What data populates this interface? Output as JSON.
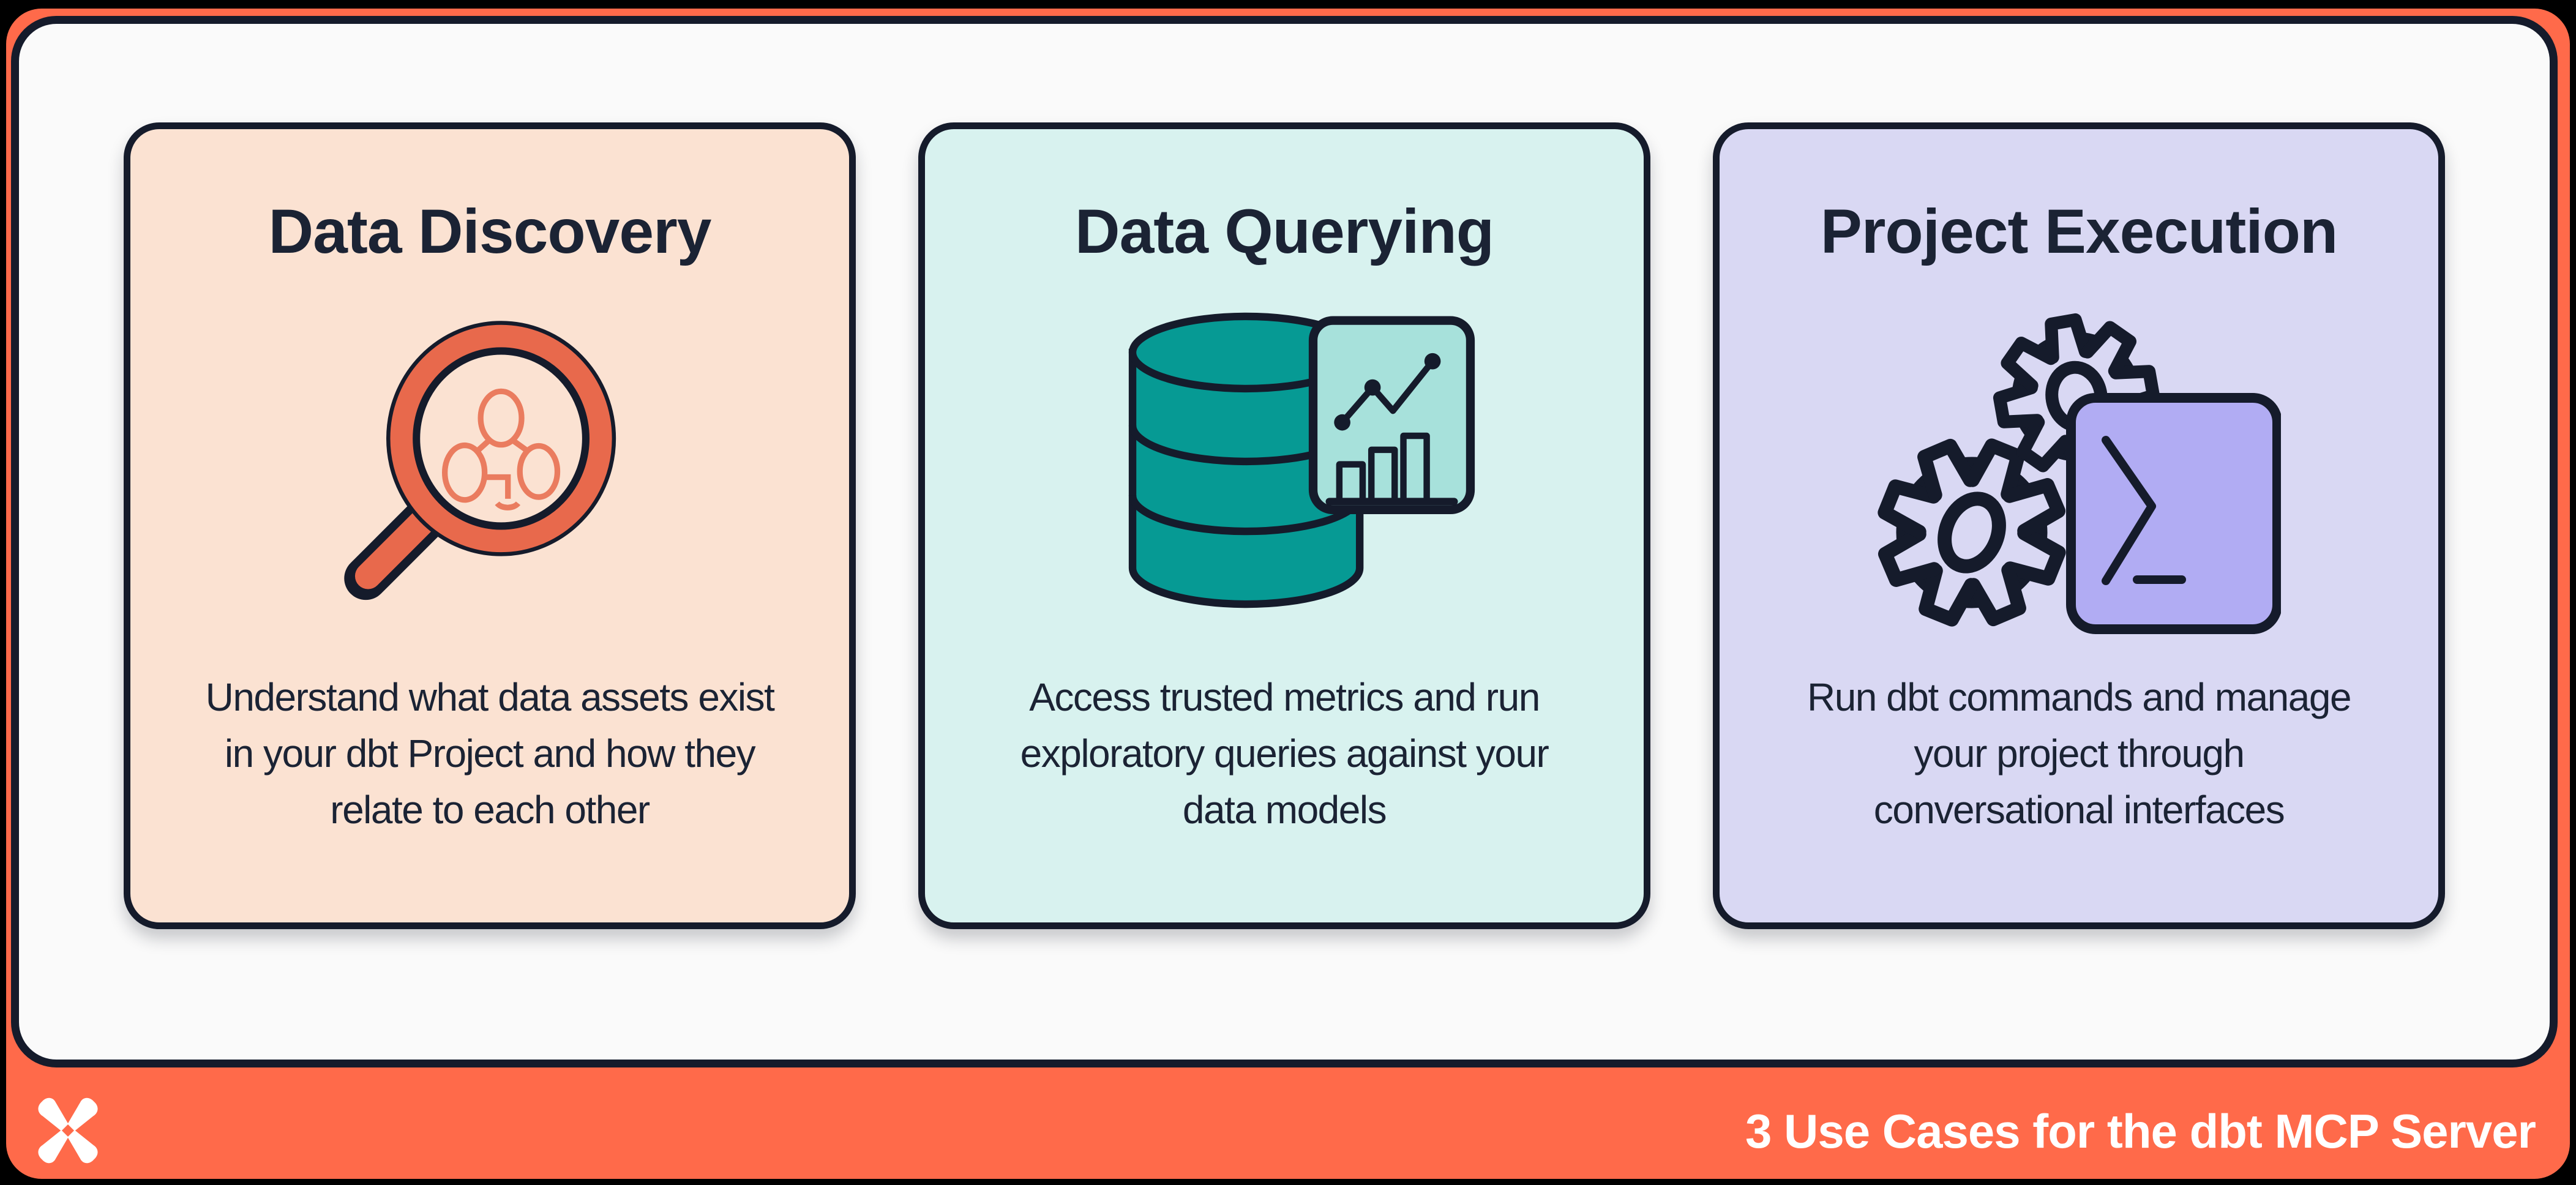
{
  "page": {
    "background": "#000000",
    "panel_bg": "#FAFAFA",
    "outline_color": "#151B2B",
    "text_color": "#1B2334"
  },
  "cards": [
    {
      "title": "Data Discovery",
      "body_lines": [
        "Understand what data assets exist",
        "in your dbt Project and how they",
        "relate to each other"
      ],
      "bg": "#FBE2D2",
      "icon": "magnifier-lineage-icon",
      "icon_accent": "#E8694C",
      "icon_accent_light": "#EA7C5F"
    },
    {
      "title": "Data Querying",
      "body_lines": [
        "Access trusted metrics and run",
        "exploratory queries against your",
        "data models"
      ],
      "bg": "#D8F2EF",
      "icon": "database-chart-icon",
      "icon_accent": "#069A94",
      "icon_accent_light": "#A7E1DB"
    },
    {
      "title": "Project Execution",
      "body_lines": [
        "Run dbt commands and manage",
        "your project through",
        "conversational interfaces"
      ],
      "bg": "#D9D8F3",
      "icon": "gears-terminal-icon",
      "icon_accent": "#B1ACF3",
      "icon_accent_light": "#D9D8F3"
    }
  ],
  "footer": {
    "caption": "3 Use Cases for the dbt MCP Server",
    "bg": "#FF6A4A",
    "logo": "dbt-logo",
    "logo_color": "#FFFFFF"
  }
}
